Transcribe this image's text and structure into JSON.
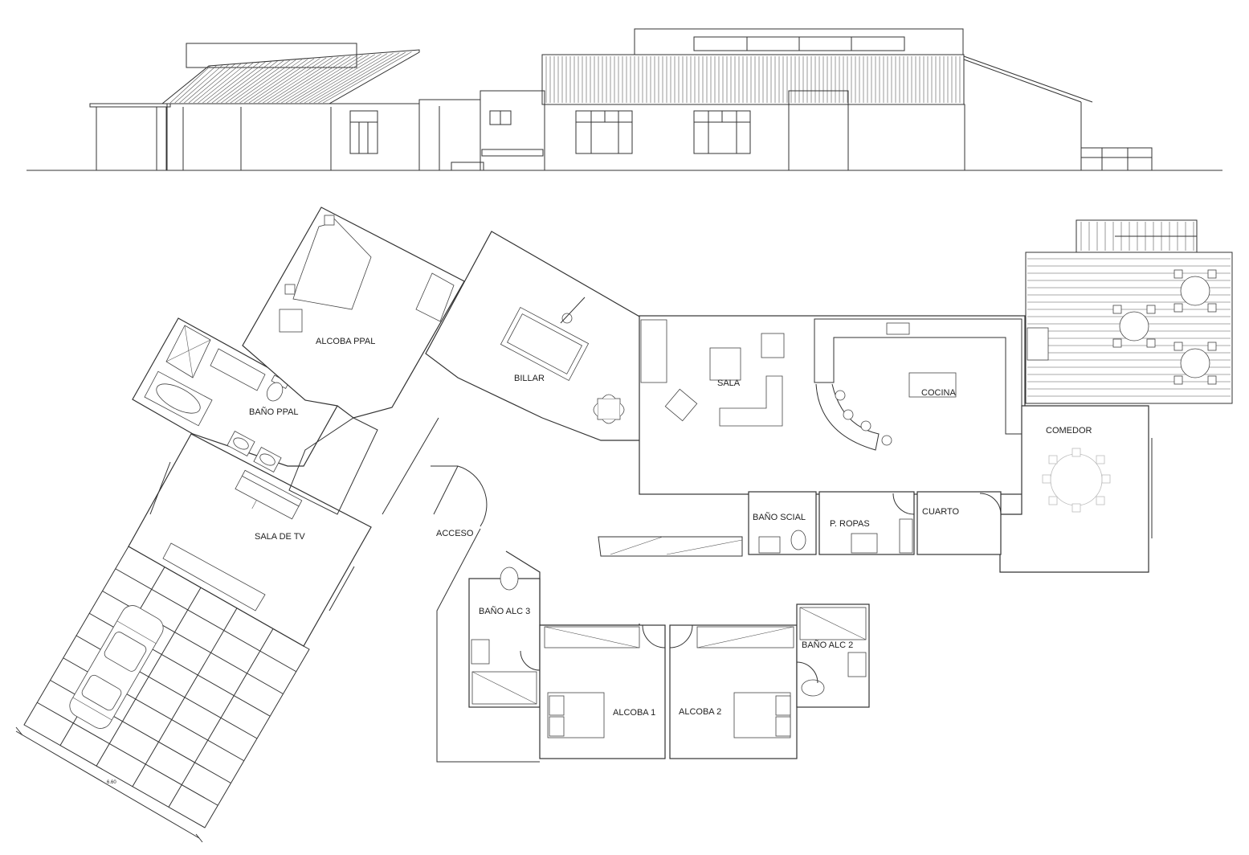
{
  "rooms": {
    "alcoba_ppal": "ALCOBA PPAL",
    "billar": "BILLAR",
    "sala": "SALA",
    "cocina": "COCINA",
    "comedor": "COMEDOR",
    "bano_ppal": "BAÑO PPAL",
    "sala_de_tv": "SALA DE TV",
    "acceso": "ACCESO",
    "bano_scial": "BAÑO SCIAL",
    "p_ropas": "P. ROPAS",
    "cuarto": "CUARTO",
    "bano_alc_3": "BAÑO ALC 3",
    "bano_alc_2": "BAÑO ALC 2",
    "alcoba_1": "ALCOBA 1",
    "alcoba_2": "ALCOBA 2"
  },
  "dimensions": {
    "garage_width": "6.60"
  },
  "colors": {
    "line": "#333333",
    "paper": "#ffffff"
  }
}
